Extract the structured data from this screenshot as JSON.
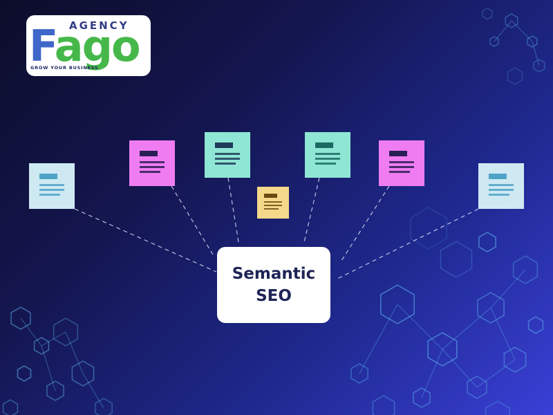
{
  "logo": {
    "top_text": "AGENCY",
    "brand_first": "F",
    "brand_rest": "ago",
    "tagline": "GROW YOUR BUSINESS",
    "colors": {
      "blue": "#3f66c9",
      "green": "#46b84a",
      "navy": "#2f3b84"
    }
  },
  "center": {
    "line1": "Semantic",
    "line2": "SEO"
  },
  "documents": [
    {
      "name": "doc-light-blue-left",
      "color": "#cfe9f3",
      "accent": "#4fa3c7",
      "icon": "document-icon"
    },
    {
      "name": "doc-magenta-left",
      "color": "#f07cf2",
      "accent": "#2a1f55",
      "icon": "document-icon"
    },
    {
      "name": "doc-teal-left",
      "color": "#8fe6d4",
      "accent": "#1f3a5a",
      "icon": "document-icon"
    },
    {
      "name": "doc-yellow-center",
      "color": "#f5d98a",
      "accent": "#6b4a12",
      "icon": "document-icon"
    },
    {
      "name": "doc-teal-right",
      "color": "#8fe6d4",
      "accent": "#1c6b63",
      "icon": "document-icon"
    },
    {
      "name": "doc-magenta-right",
      "color": "#f07cf2",
      "accent": "#2a1f55",
      "icon": "document-icon"
    },
    {
      "name": "doc-light-blue-right",
      "color": "#cfe9f3",
      "accent": "#4fa3c7",
      "icon": "document-icon"
    }
  ],
  "background": {
    "gradient_start": "#0c0d2a",
    "gradient_end": "#3a3fd6",
    "hexagon_color": "#5fb6f0",
    "icon": "hexagon-network-icon"
  }
}
